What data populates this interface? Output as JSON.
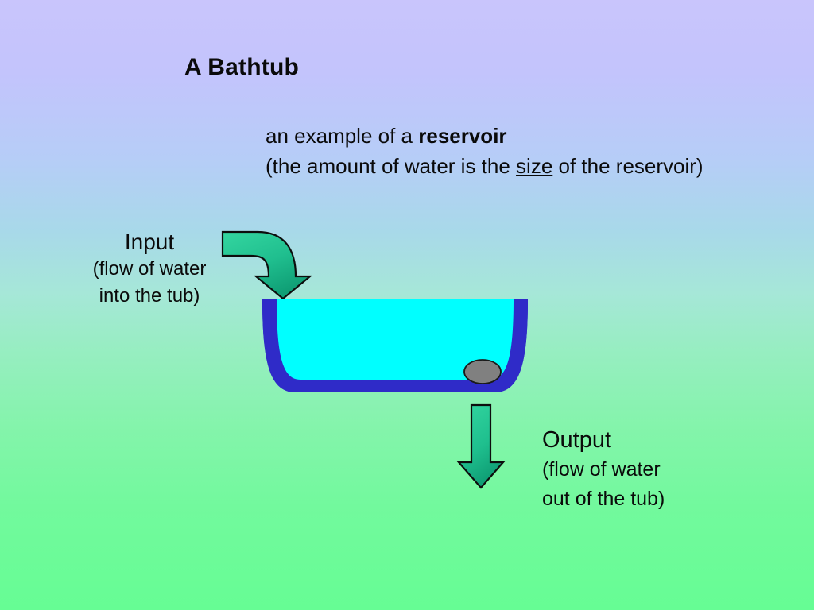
{
  "slide": {
    "title": "A Bathtub",
    "subtitle": {
      "line1_prefix": "an example of a ",
      "line1_bold": "reservoir",
      "line2_prefix": "(the amount of water is the ",
      "line2_underline": "size",
      "line2_suffix": " of the reservoir)"
    },
    "input_label": {
      "lead": "Input",
      "line2": "(flow of water",
      "line3": "into the tub)"
    },
    "output_label": {
      "lead": "Output",
      "line2": "(flow of water",
      "line3": "out of the tub)"
    },
    "diagram": {
      "tub_name": "bathtub",
      "water_name": "water",
      "drain_name": "drain-plug",
      "input_arrow_name": "input-flow-arrow",
      "output_arrow_name": "output-flow-arrow"
    }
  },
  "colors": {
    "background_top": "#c9c5fc",
    "background_mid": "#a6e7d8",
    "background_bottom": "#66fd94",
    "tub_border": "#2f2bc8",
    "water": "#00ffff",
    "drain_fill": "#808080",
    "drain_stroke": "#1a1a1a",
    "arrow_fill_light": "#2ecf9b",
    "arrow_fill_dark": "#12a87c",
    "arrow_stroke": "#0d0d0d",
    "text": "#0a0a0a"
  }
}
